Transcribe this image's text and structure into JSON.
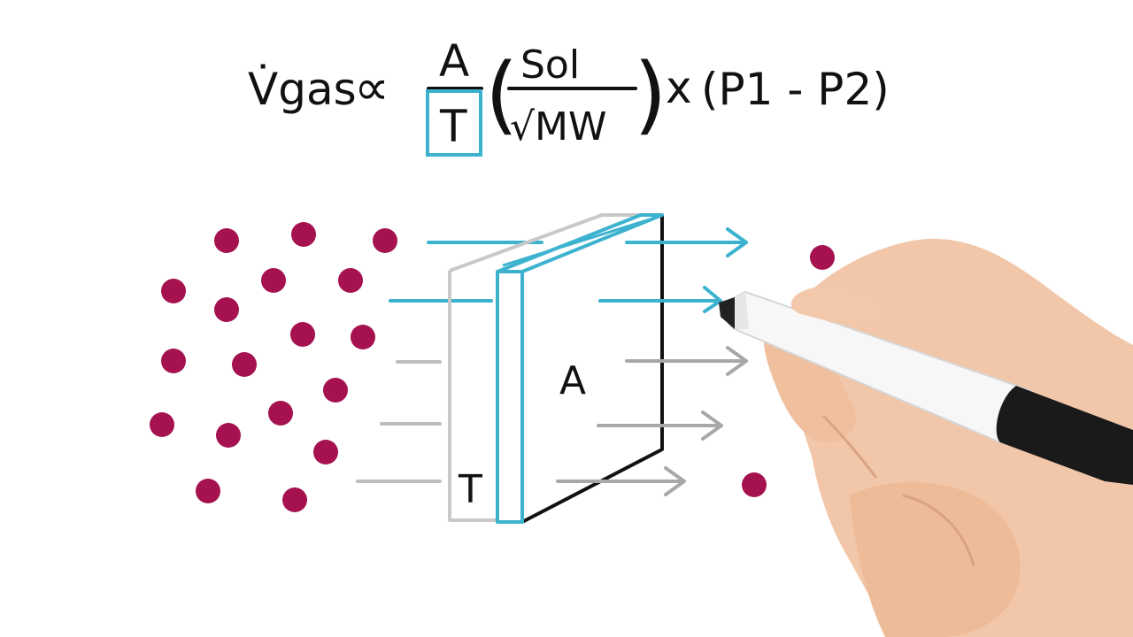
{
  "equation": {
    "lhs": "V̇gas",
    "proportional": "∝",
    "numerator": "A",
    "denominator": "T",
    "inner_numerator": "Sol",
    "inner_denominator": "√MW",
    "times": "x",
    "pressure_term": "(P1 - P2)"
  },
  "labels": {
    "area": "A",
    "thickness": "T"
  },
  "colors": {
    "molecule": "#a5124f",
    "highlight": "#3cb2cf",
    "gray": "#bdbdbd",
    "ink": "#111111"
  }
}
